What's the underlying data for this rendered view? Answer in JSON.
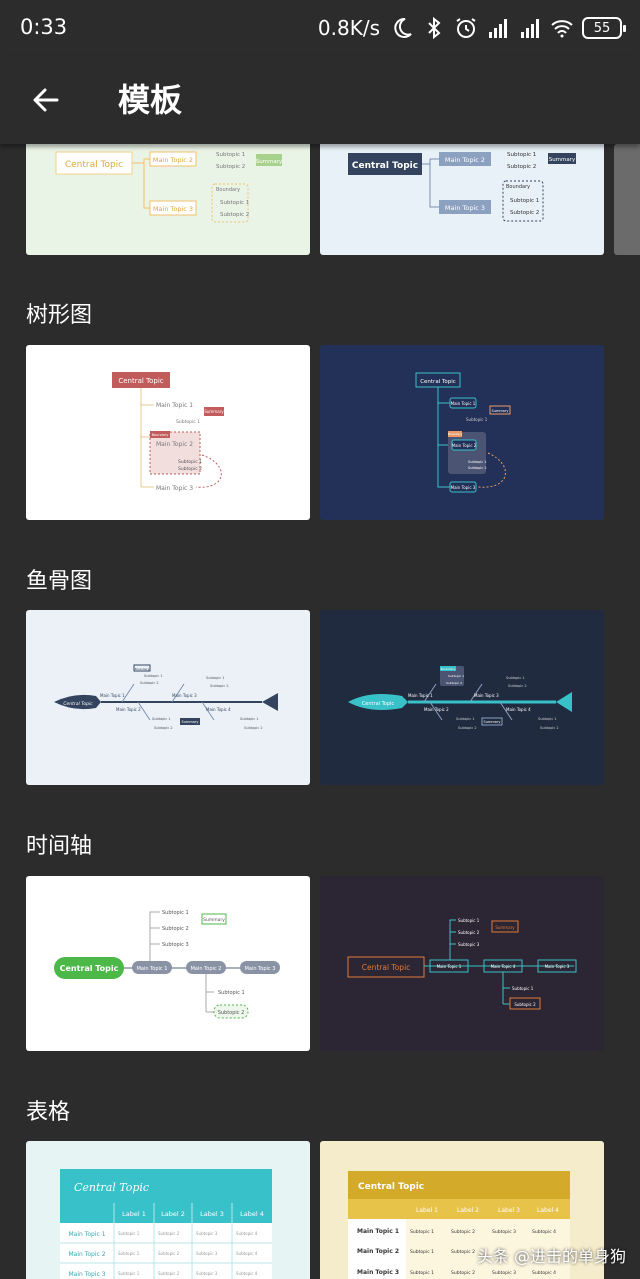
{
  "status_bar": {
    "time": "0:33",
    "speed": "0.8K/s",
    "battery": "55",
    "icons": [
      "moon-icon",
      "bluetooth-icon",
      "alarm-icon",
      "signal-hd-icon",
      "signal-hd-icon",
      "wifi-icon",
      "battery-icon"
    ]
  },
  "app_bar": {
    "title": "模板",
    "back_icon": "arrow-left-icon"
  },
  "sections": [
    {
      "title": "树形图"
    },
    {
      "title": "鱼骨图"
    },
    {
      "title": "时间轴"
    },
    {
      "title": "表格"
    }
  ],
  "template_text": {
    "central_topic": "Central Topic",
    "main_topic_1": "Main Topic 1",
    "main_topic_2": "Main Topic 2",
    "main_topic_3": "Main Topic 3",
    "main_topic_4": "Main Topic 4",
    "subtopic_1": "Subtopic 1",
    "subtopic_2": "Subtopic 2",
    "subtopic_3": "Subtopic 3",
    "subtopic_4": "Subtopic 4",
    "summary": "Summary",
    "boundary": "Boundary",
    "label_1": "Label 1",
    "label_2": "Label 2",
    "label_3": "Label 3",
    "label_4": "Label 4"
  },
  "colors": {
    "background": "#2c2c2c",
    "card_green_bg": "#e9f3e6",
    "card_lightblue_bg": "#e8f0f8",
    "card_white_bg": "#ffffff",
    "card_navy_bg": "#233057",
    "card_fish_light_bg": "#ecf1f7",
    "card_fish_dark_bg": "#212b40",
    "card_timeline_dark_bg": "#2c2533",
    "card_table_teal_bg": "#e6f5f4",
    "card_table_yellow_bg": "#f5eccb",
    "accent_green": "#4cb848",
    "accent_teal": "#38c1c8",
    "accent_gold": "#d4aa2b",
    "accent_red": "#c25b5b"
  },
  "watermark": "头条 @进击的单身狗"
}
